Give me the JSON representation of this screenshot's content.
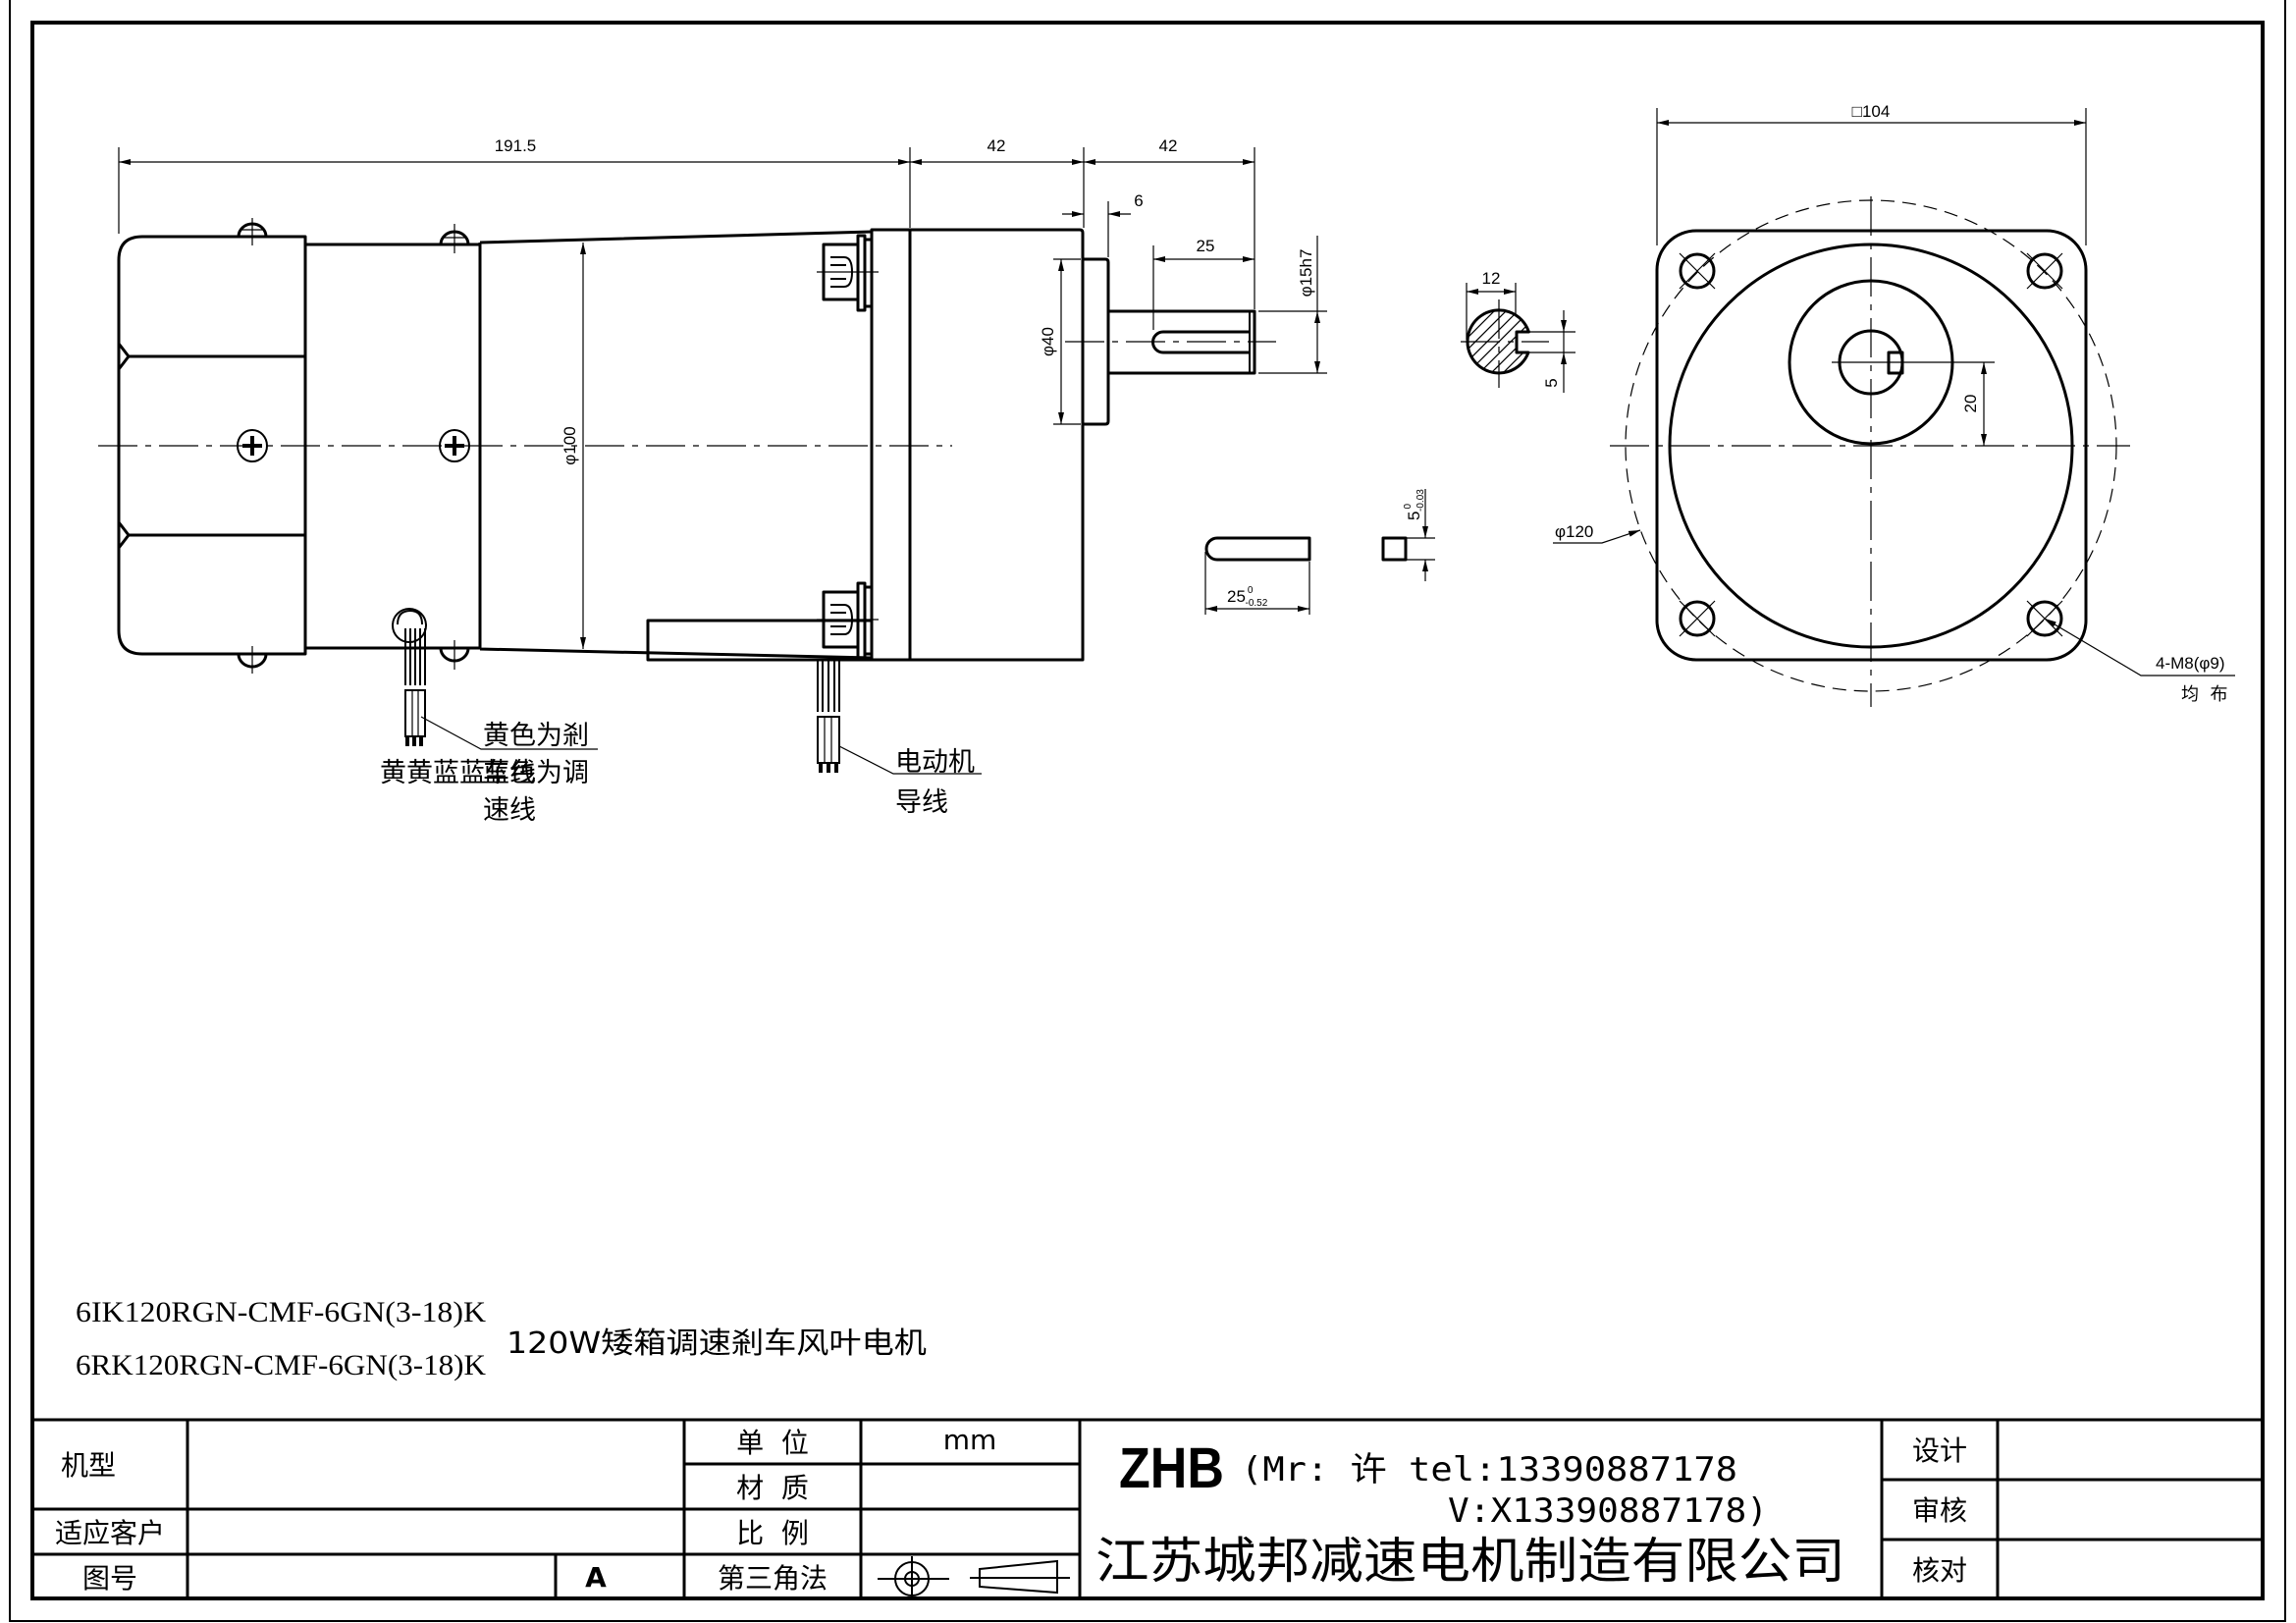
{
  "colors": {
    "ink": "#000000",
    "paper": "#ffffff"
  },
  "drawing_title": {
    "models": [
      "6IK120RGN-CMF-6GN(3-18)K",
      "6RK120RGN-CMF-6GN(3-18)K"
    ],
    "description": "120W矮箱调速剎车风叶电机"
  },
  "side_view": {
    "dim_motor_length": "191.5",
    "dim_gearbox_length": "42",
    "dim_shaft_length": "42",
    "dim_pilot_thickness": "6",
    "dim_keyway_length": "25",
    "dim_shaft_diameter": "φ15h7",
    "dim_pilot_diameter": "φ40",
    "dim_motor_diameter": "φ100",
    "brake_wire_label": {
      "line1": "黄色为剎",
      "line2": "车线"
    },
    "speed_wire_label": {
      "prefix": "黄黄蓝蓝",
      "line1": "蓝色为调",
      "line2": "速线"
    },
    "motor_lead_label": {
      "line1": "电动机",
      "line2": "导线"
    }
  },
  "shaft_section": {
    "dim_width": "12",
    "dim_key_depth": "5"
  },
  "key_part": {
    "length": {
      "nominal": "25",
      "upper": "0",
      "lower": "-0.52"
    },
    "height": {
      "nominal": "5",
      "upper": "0",
      "lower": "-0.03"
    }
  },
  "front_view": {
    "dim_flange_square": "□104",
    "dim_bolt_circle": "φ120",
    "dim_shaft_offset": "20",
    "mounting_holes": "4-M8(φ9)",
    "mounting_holes_note": "均  布"
  },
  "title_block": {
    "model": {
      "label": "机型",
      "value": ""
    },
    "customer": {
      "label": "适应客户",
      "value": ""
    },
    "drawing_no": {
      "label": "图号",
      "value": "",
      "revision": "A"
    },
    "unit": {
      "label": "单  位",
      "value": "mm"
    },
    "material": {
      "label": "材  质",
      "value": ""
    },
    "scale": {
      "label": "比  例",
      "value": ""
    },
    "projection": {
      "label": "第三角法",
      "symbol": "third-angle-projection-icon"
    },
    "company": {
      "logo": "ZHB",
      "contact_line1": "(Mr: 许 tel:13390887178",
      "contact_line2": "V:X13390887178)",
      "name": "江苏城邦减速电机制造有限公司"
    },
    "design": {
      "label": "设计",
      "value": ""
    },
    "review": {
      "label": "审核",
      "value": ""
    },
    "check": {
      "label": "核对",
      "value": ""
    }
  }
}
